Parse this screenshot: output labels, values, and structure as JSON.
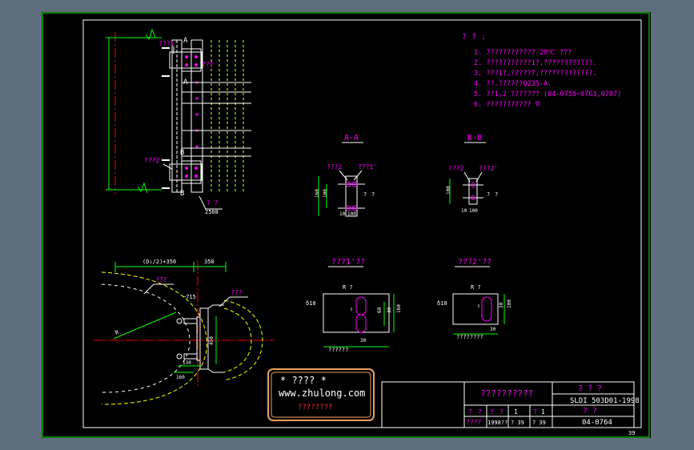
{
  "notes": {
    "heading": "? ? :",
    "items": [
      "1. ????????????-20℃ ???",
      "2. ???????????1?,????????????.",
      "3. ???1?,??????,?????????????.",
      "4. ??.??????Q235-A.",
      "5. ??1,2 ??????? (04-0758~0763,0787)",
      "6. ??????????? ∇"
    ]
  },
  "elevation": {
    "label_part1": "???1'",
    "label_part2": "???2'",
    "label_plate": "???",
    "section_a": "A",
    "section_b": "B",
    "dim_bottom_label": "? ?",
    "dim_bottom_value": "2508"
  },
  "section_aa": {
    "title": "A-A",
    "label_left": "???1",
    "label_right": "???1'",
    "dims": [
      "160",
      "100",
      "?",
      "?",
      "10",
      "100"
    ]
  },
  "section_bb": {
    "title": "B-B",
    "label_left": "???2",
    "label_right": "???2'",
    "dims": [
      "100",
      "?",
      "?",
      "10",
      "100"
    ]
  },
  "plan": {
    "dim_top1": "(D₂/2)+350",
    "dim_top2": "350",
    "label_pipe": "???",
    "label_right": "???",
    "dim_small": "~715",
    "dim_r": "R",
    "dim_side": "450",
    "dim_bot1": "130",
    "dim_bot2": "160"
  },
  "detail1": {
    "title": "???1'??",
    "thickness": "δ10",
    "dims": [
      "R ?",
      "30",
      "60",
      "160",
      "?",
      "30",
      "??????"
    ]
  },
  "detail2": {
    "title": "???2'??",
    "thickness": "δ10",
    "dims": [
      "R ?",
      "30",
      "100",
      "?",
      "30",
      "????????"
    ]
  },
  "stamp": {
    "line1": "* ???? *",
    "line2": "www.zhulong.com",
    "line3": "????????"
  },
  "title_block": {
    "title": "??????????",
    "code_header": "? ? ?",
    "code": "SLDI 503D01-1998",
    "sub_header": "? ?",
    "drawing_no": "04-0764",
    "row_labels": [
      "?",
      "?",
      "?",
      "?",
      "1",
      "?",
      "1"
    ],
    "row_values": [
      "????",
      "1998??",
      "? 39",
      "? 39"
    ]
  },
  "page_number": "39",
  "colors": {
    "background": "#5e6e7c",
    "sheet": "#000000",
    "border": "#00ff00",
    "lines": "#ffffff",
    "text": "#ff00ff",
    "hidden": "#ffff00",
    "center": "#ff0000",
    "dim": "#00ff00",
    "stamp_border": "#e8a060"
  }
}
